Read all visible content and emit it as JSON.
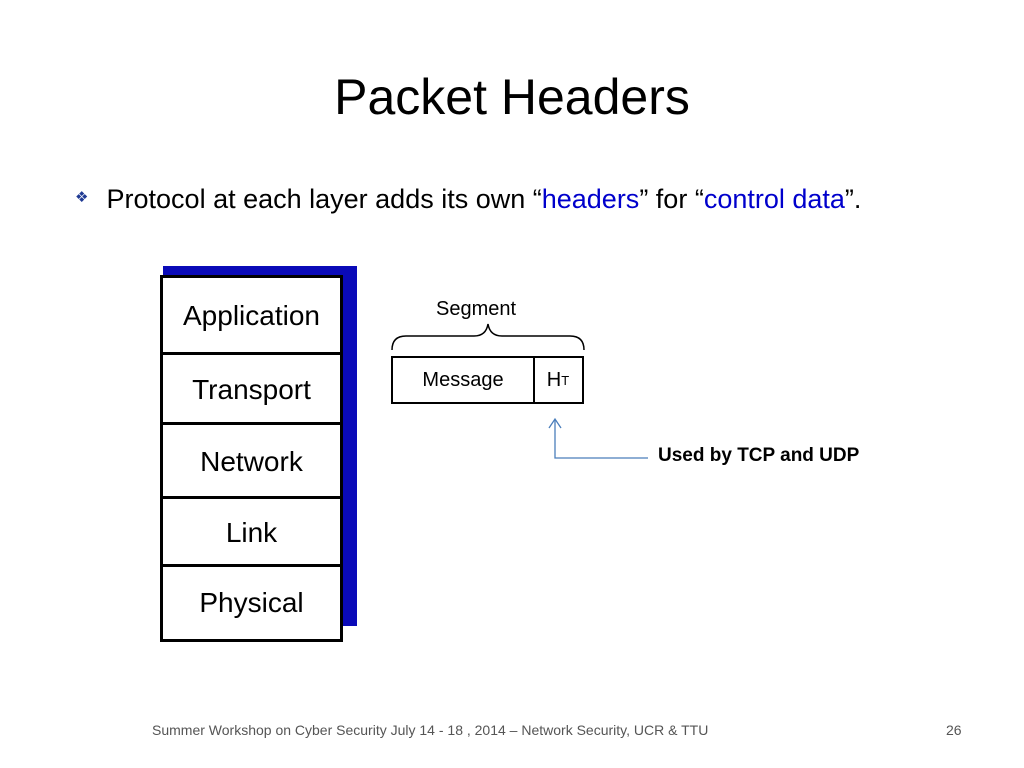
{
  "title": "Packet Headers",
  "bullet": {
    "marker_icon": "diamond-bullet-icon",
    "text_before": "Protocol at each layer adds its own “",
    "highlight_1": "headers",
    "text_middle": "” for “",
    "highlight_2": "control data",
    "text_after": "”.",
    "highlight_color": "#0000cc"
  },
  "stack": {
    "layers": [
      "Application",
      "Transport",
      "Network",
      "Link",
      "Physical"
    ],
    "shadow_color": "#0a0ab8"
  },
  "segment": {
    "label": "Segment",
    "message": "Message",
    "header_main": "H",
    "header_sub": "T"
  },
  "annotation": {
    "text": "Used by TCP and UDP",
    "arrow_color": "#4a7ebb"
  },
  "footer": {
    "text": "Summer Workshop on Cyber Security July 14 - 18 , 2014 – Network Security, UCR & TTU",
    "page": "26"
  }
}
